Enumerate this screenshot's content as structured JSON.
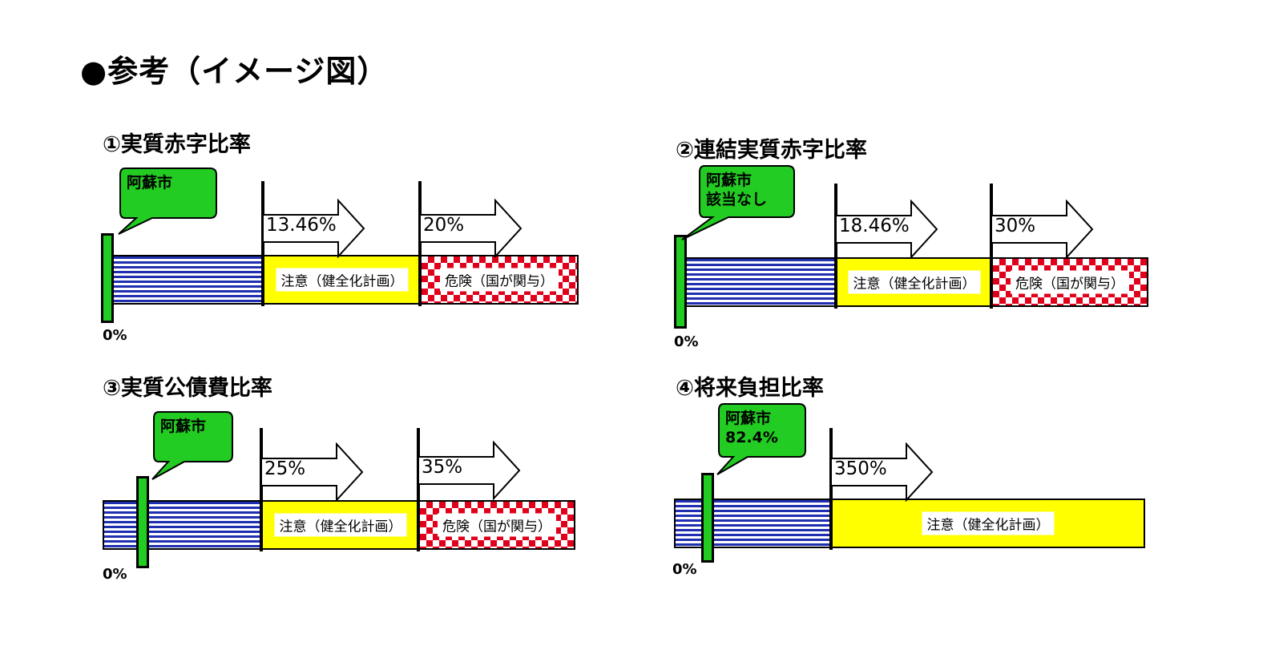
{
  "page_title": "●参考（イメージ図）",
  "legend": {
    "caution": "注意（健全化計画）",
    "danger": "危険（国が関与）"
  },
  "colors": {
    "safe_stripe": "#1f2fb0",
    "caution_fill": "#ffff00",
    "danger_check": "#e0001b",
    "marker_fill": "#22cc22",
    "callout_fill": "#22cc22"
  },
  "panels": [
    {
      "title": "①実質赤字比率",
      "zero_label": "0%",
      "thresholds": [
        "13.46%",
        "20%"
      ],
      "callout_lines": [
        "阿蘇市"
      ]
    },
    {
      "title": "②連結実質赤字比率",
      "zero_label": "0%",
      "thresholds": [
        "18.46%",
        "30%"
      ],
      "callout_lines": [
        "阿蘇市",
        "該当なし"
      ]
    },
    {
      "title": "③実質公債費比率",
      "zero_label": "0%",
      "thresholds": [
        "25%",
        "35%"
      ],
      "callout_lines": [
        "阿蘇市"
      ]
    },
    {
      "title": "④将来負担比率",
      "zero_label": "0%",
      "thresholds": [
        "350%"
      ],
      "callout_lines": [
        "阿蘇市",
        "82.4%"
      ]
    }
  ]
}
